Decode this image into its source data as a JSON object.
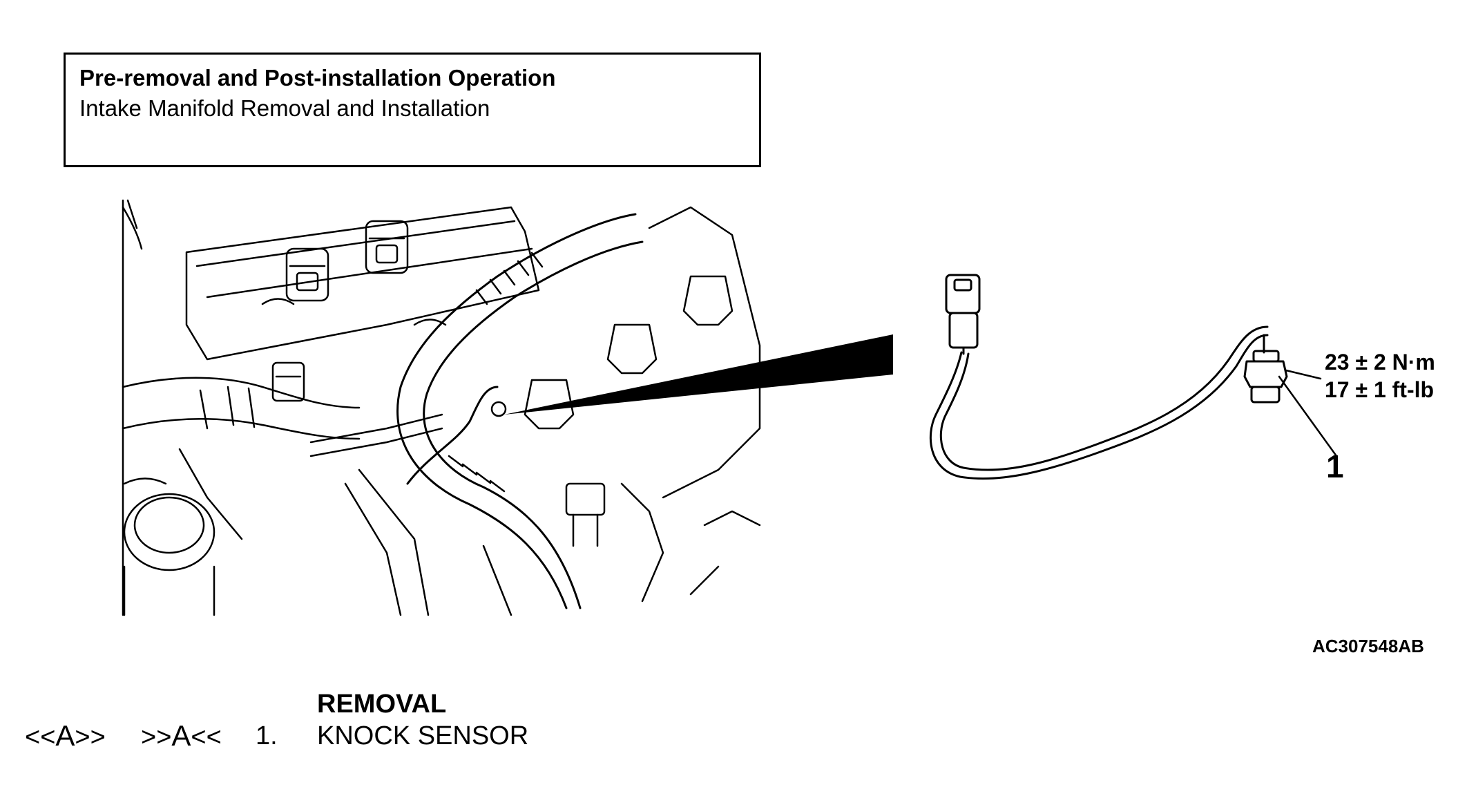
{
  "info_box": {
    "title": "Pre-removal and Post-installation Operation",
    "subtitle": "Intake Manifold Removal and Installation"
  },
  "callout": {
    "number": "1",
    "torque_metric": "23 ± 2 N·m",
    "torque_imperial": "17 ± 1 ft-lb"
  },
  "figure_id": "AC307548AB",
  "procedure": {
    "heading": "REMOVAL",
    "steps": [
      {
        "removal_mark_prefix": "<<",
        "removal_mark_letter": "A",
        "removal_mark_suffix": ">>",
        "install_mark_prefix": ">>",
        "install_mark_letter": "A",
        "install_mark_suffix": "<<",
        "number": "1.",
        "part": "KNOCK SENSOR"
      }
    ]
  },
  "colors": {
    "line": "#000000",
    "background": "#ffffff"
  }
}
